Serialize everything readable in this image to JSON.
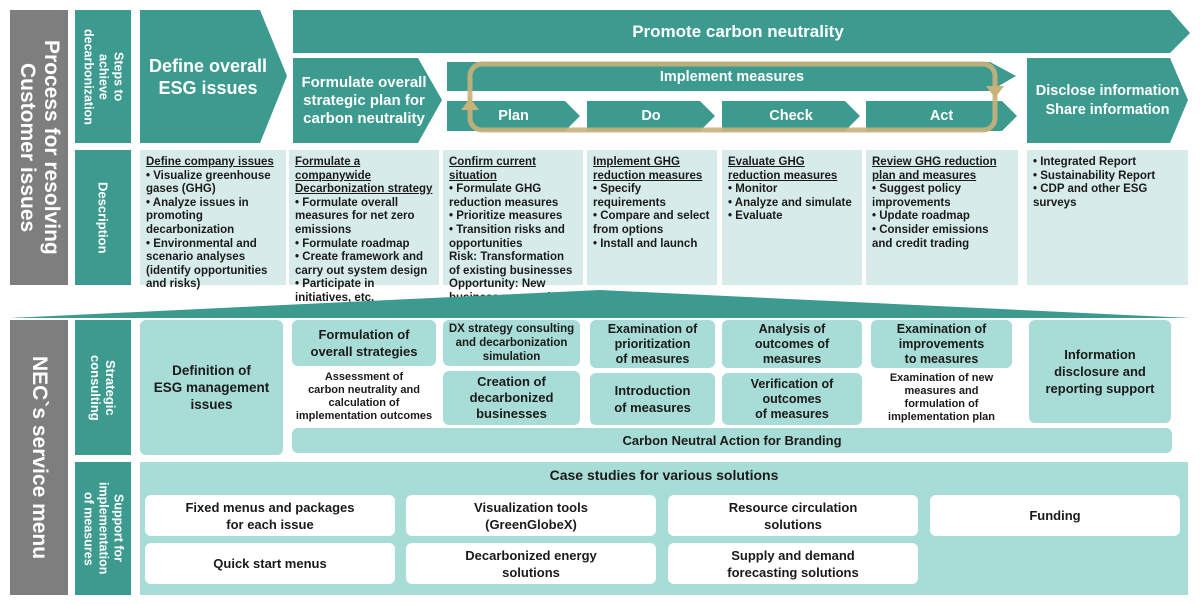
{
  "left_labels": {
    "process": "Process for resolving\nCustomer issues",
    "nec": "NEC`s service menu"
  },
  "row_labels": {
    "steps": "Steps to\nachieve\ndecarbonization",
    "description": "Description",
    "strategic": "Strategic\nconsulting",
    "support": "Support for\nimplementation\nof measures"
  },
  "steps": {
    "define": "Define overall\nESG issues",
    "promote": "Promote carbon neutrality",
    "formulate": "Formulate overall\nstrategic plan for\ncarbon neutrality",
    "implement": "Implement measures",
    "plan": "Plan",
    "do": "Do",
    "check": "Check",
    "act": "Act",
    "disclose": "Disclose information\nShare information"
  },
  "descriptions": [
    {
      "heading": "Define company issues",
      "items": [
        "• Visualize greenhouse gases (GHG)",
        "• Analyze issues in promoting decarbonization",
        "• Environmental and scenario analyses (identify opportunities and risks)"
      ]
    },
    {
      "heading": "Formulate a companywide Decarbonization strategy",
      "items": [
        "• Formulate overall measures for net zero emissions",
        "• Formulate roadmap",
        "• Create framework and carry out system design",
        "• Participate in initiatives, etc."
      ]
    },
    {
      "heading": "Confirm current situation",
      "items": [
        "• Formulate GHG reduction measures",
        "• Prioritize measures",
        "• Transition risks and opportunities",
        "Risk: Transformation of existing businesses",
        "Opportunity: New business proposals"
      ]
    },
    {
      "heading": "Implement GHG reduction measures",
      "items": [
        "• Specify requirements",
        "• Compare and select from options",
        "• Install and launch"
      ]
    },
    {
      "heading": "Evaluate GHG reduction measures",
      "items": [
        "• Monitor",
        "• Analyze and simulate",
        "• Evaluate"
      ]
    },
    {
      "heading": "Review GHG reduction plan and measures",
      "items": [
        "• Suggest policy improvements",
        "• Update roadmap",
        "• Consider emissions and credit trading"
      ]
    },
    {
      "heading": "",
      "items": [
        "• Integrated Report",
        "• Sustainability Report",
        "• CDP and other ESG surveys"
      ]
    }
  ],
  "consulting": {
    "definition": "Definition of\nESG management\nissues",
    "formulation": "Formulation of\noverall strategies",
    "assessment": "Assessment of\ncarbon neutrality and\ncalculation of\nimplementation outcomes",
    "dx": "DX strategy consulting\nand decarbonization\nsimulation",
    "creation": "Creation of\ndecarbonized\nbusinesses",
    "examination_prioritization": "Examination of\nprioritization\nof measures",
    "introduction": "Introduction\nof measures",
    "analysis": "Analysis of\noutcomes of\nmeasures",
    "verification": "Verification of\noutcomes\nof measures",
    "examination_improvements": "Examination of\nimprovements\nto measures",
    "examination_new": "Examination of new\nmeasures and\nformulation of\nimplementation plan",
    "information": "Information\ndisclosure and\nreporting support",
    "carbon_neutral": "Carbon Neutral Action for Branding"
  },
  "support": {
    "title": "Case studies for various solutions",
    "fixed_menus": "Fixed menus and packages\nfor each issue",
    "visualization": "Visualization tools\n(GreenGlobeX)",
    "resource": "Resource circulation\nsolutions",
    "funding": "Funding",
    "quick_start": "Quick start menus",
    "energy": "Decarbonized energy\nsolutions",
    "supply": "Supply and demand\nforecasting solutions"
  },
  "colors": {
    "dark_teal": "#3c9a8f",
    "light_teal": "#d7ecea",
    "mint": "#a8dcd6",
    "gray": "#7e7e7e",
    "cycle_ring": "#c9b27a"
  }
}
